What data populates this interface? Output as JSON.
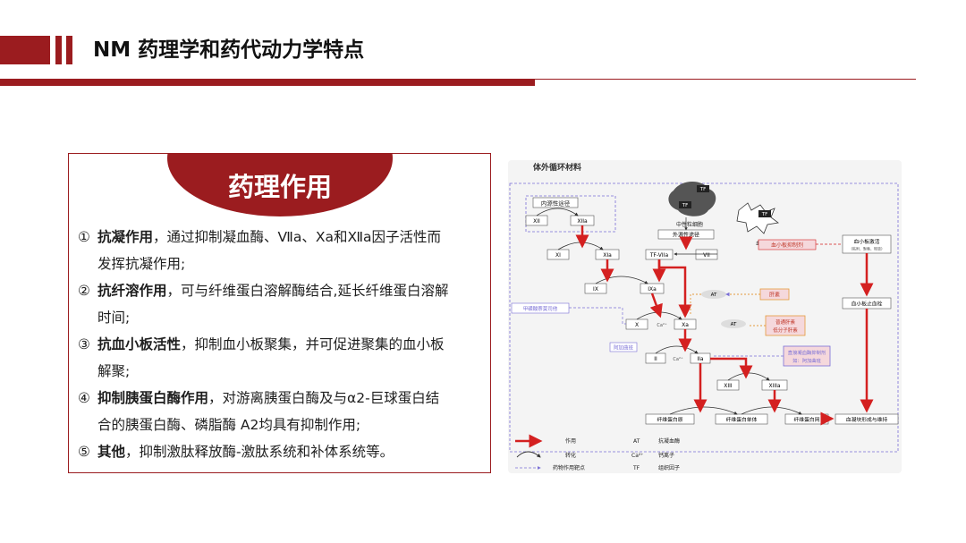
{
  "header": {
    "title": "NM 药理学和药代动力学特点"
  },
  "card": {
    "title": "药理作用",
    "items": [
      {
        "num": "①",
        "term": "抗凝作用",
        "text1": "，通过抑制凝血酶、Ⅶa、Ⅹa和Ⅻa因子活性而",
        "text2": "发挥抗凝作用;"
      },
      {
        "num": "②",
        "term": "抗纤溶作用",
        "text1": "，可与纤维蛋白溶解酶结合,延长纤维蛋白溶解",
        "text2": "时间;"
      },
      {
        "num": "③",
        "term": "抗血小板活性",
        "text1": "，抑制血小板聚集，并可促进聚集的血小板",
        "text2": "解聚;"
      },
      {
        "num": "④",
        "term": "抑制胰蛋白酶作用",
        "text1": "，对游离胰蛋白酶及与α2-巨球蛋白结",
        "text2": "合的胰蛋白酶、磷脂酶 A2均具有抑制作用;"
      },
      {
        "num": "⑤",
        "term": "其他",
        "text1": "，抑制激肽释放酶-激肽系统和补体系统等。",
        "text2": ""
      }
    ]
  },
  "diagram": {
    "title": "体外循环材料",
    "intrinsic": "内源性途径",
    "extrinsic": "外源性途径",
    "neutrophil": "中性粒细胞",
    "platelet": "血小板",
    "tf": "TF",
    "nodes": {
      "xii": "XII",
      "xiia": "XIIa",
      "xi": "XI",
      "xia": "XIa",
      "tf_viia": "TF-VIIa",
      "vii": "VII",
      "ix": "IX",
      "ixa": "IXa",
      "x": "X",
      "xa": "Xa",
      "ca": "Ca²⁺",
      "ii": "II",
      "iia": "IIa",
      "xiii": "XIII",
      "xiiia": "XIIIa",
      "at": "AT",
      "fibrinogen": "纤维蛋白原",
      "fibrin_mono": "纤维蛋白单体",
      "fibrin_net": "纤维蛋白网",
      "plt_activation": "血小板激活",
      "plt_activation_sub": "(粘附、聚集、释放)",
      "plt_plug": "血小板止血栓",
      "clot": "血凝块形成与维持"
    },
    "labels": {
      "plt_inhibitor": "血小板抑制剂",
      "nafamostat": "甲磺酸萘莫司他",
      "heparin": "肝素",
      "lmwh_1": "普通肝素",
      "lmwh_2": "低分子肝素",
      "argatroban": "阿加曲班",
      "dti_1": "直接凝血酶抑制剂",
      "dti_2": "如：阿加曲班"
    },
    "legend": [
      {
        "symbol": "作用",
        "abbr": "AT",
        "meaning": "抗凝血酶"
      },
      {
        "symbol": "转化",
        "abbr": "Ca²⁺",
        "meaning": "钙离子"
      },
      {
        "symbol": "药物作用靶点",
        "abbr": "TF",
        "meaning": "组织因子"
      }
    ],
    "colors": {
      "red": "#d42020",
      "purple": "#7a6fd6",
      "orange": "#e59a3b",
      "pink": "#f5d8dc",
      "node_border": "#555555"
    }
  }
}
